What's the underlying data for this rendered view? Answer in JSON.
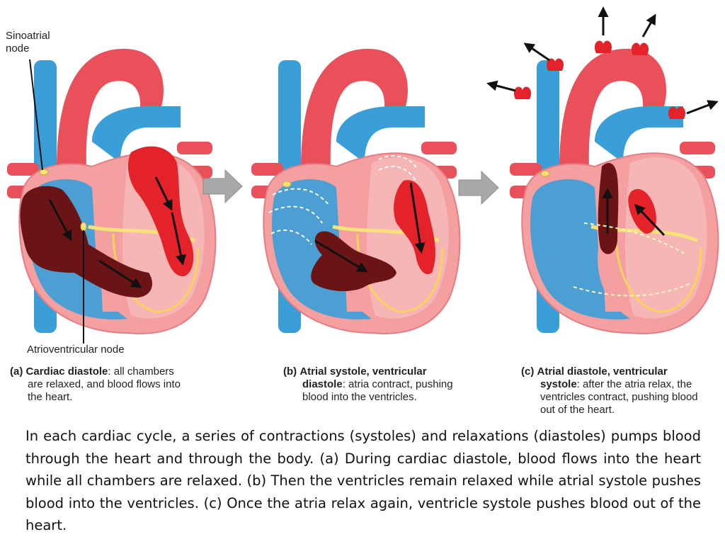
{
  "labels": {
    "sa_node": "Sinoatrial node",
    "av_node": "Atrioventricular node"
  },
  "panels": [
    {
      "letter": "(a)",
      "title": "Cardiac diastole",
      "desc_line1": ": all chambers",
      "desc_line2": "are relaxed, and blood flows into",
      "desc_line3": "the heart."
    },
    {
      "letter": "(b)",
      "title_line1": "Atrial systole, ventricular",
      "title_line2": "diastole",
      "desc_line2": ": atria contract, pushing",
      "desc_line3": "blood into the ventricles."
    },
    {
      "letter": "(c)",
      "title_line1": "Atrial diastole, ventricular",
      "title_line2": "systole",
      "desc_line2": ": after the atria relax, the",
      "desc_line3": "ventricles contract, pushing blood",
      "desc_line4": "out of the heart."
    }
  ],
  "paragraph": "In each cardiac cycle, a series of contractions (systoles) and relaxations (diastoles) pumps blood through the heart and through the body. (a) During cardiac diastole, blood flows into the heart while all chambers are relaxed. (b) Then the ventricles remain relaxed while atrial systole pushes blood into the ventricles. (c) Once the atria relax again, ventricle systole pushes blood out of the heart.",
  "colors": {
    "vein_blue": "#3a9fd8",
    "artery_red": "#e9505a",
    "oxy_blood": "#e4222a",
    "deoxy_blood": "#6b1416",
    "heart_wall": "#f4a0a0",
    "node_yellow": "#f7e27a"
  }
}
